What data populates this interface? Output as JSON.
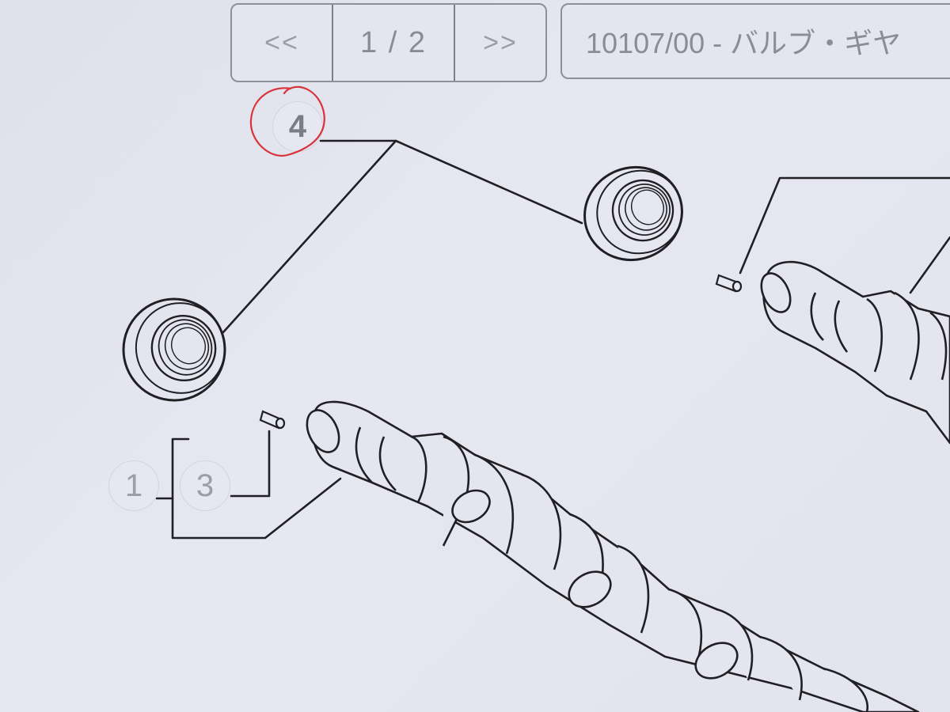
{
  "pager": {
    "prev_label": "<<",
    "page_indicator": "1 / 2",
    "next_label": ">>"
  },
  "catalog_title": "10107/00 - バルブ・ギヤ",
  "callouts": {
    "top": "4",
    "left_outer": "1",
    "left_inner": "3"
  },
  "colors": {
    "paper": "#e2e3ed",
    "linework": "#1f1f24",
    "callout_text": "#9c9da6",
    "red_pen_mark": "#d8323a"
  }
}
